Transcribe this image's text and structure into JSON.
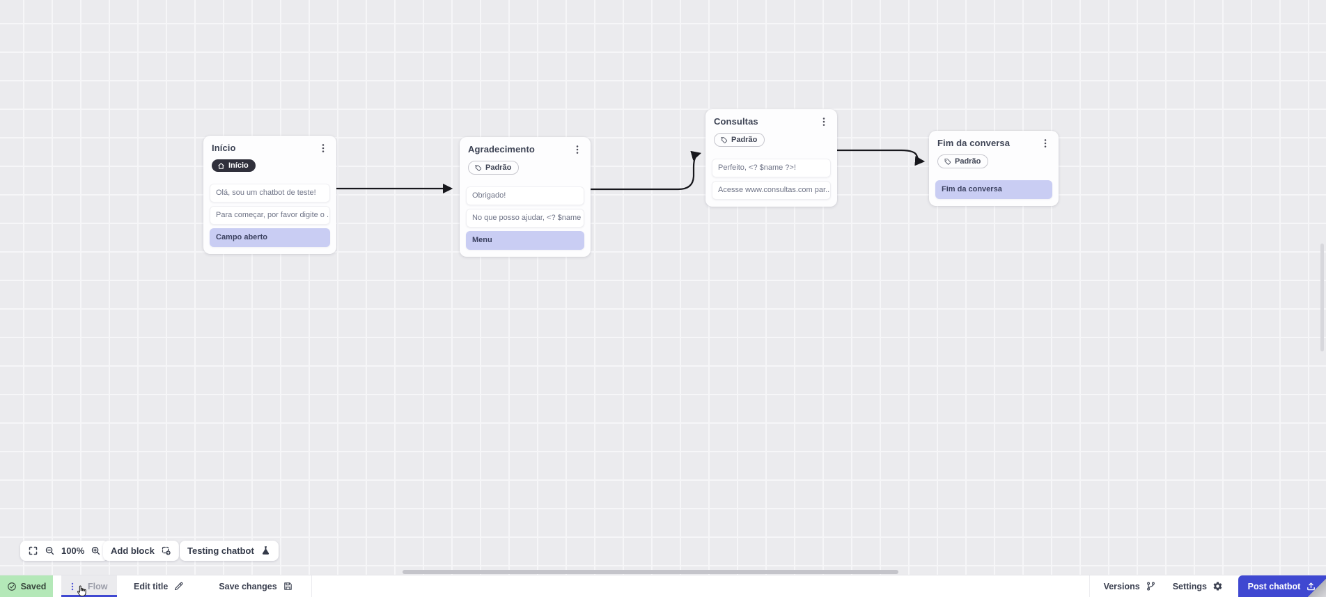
{
  "flow": {
    "nodes": [
      {
        "title": "Início",
        "badge": "Início",
        "rows": [
          "Olá, sou um chatbot de teste!",
          "Para começar, por favor digite o ...",
          "Campo aberto"
        ]
      },
      {
        "title": "Agradecimento",
        "badge": "Padrão",
        "rows": [
          "Obrigado!",
          "No que posso ajudar, <? $name ...",
          "Menu"
        ]
      },
      {
        "title": "Consultas",
        "badge": "Padrão",
        "rows": [
          "Perfeito, <? $name ?>!",
          "Acesse www.consultas.com par..."
        ]
      },
      {
        "title": "Fim da conversa",
        "badge": "Padrão",
        "rows": [
          "Fim da conversa"
        ]
      }
    ],
    "connections": [
      "Início → Agradecimento",
      "Agradecimento → Consultas",
      "Consultas → Fim da conversa"
    ]
  },
  "toolbar": {
    "zoom_level": "100%",
    "add_block_label": "Add block",
    "testing_chatbot_label": "Testing chatbot"
  },
  "statusbar": {
    "saved_label": "Saved",
    "flow_tab_label": "Flow",
    "edit_title_label": "Edit title",
    "save_changes_label": "Save changes",
    "versions_label": "Versions",
    "settings_label": "Settings",
    "post_chatbot_label": "Post chatbot"
  },
  "colors": {
    "accent_indigo": "#3f48d1",
    "saved_green_bg": "#b4e8b8",
    "purple_row_bg": "#c9cdf3",
    "dark_badge_bg": "#30303b",
    "connection": "#17171c"
  }
}
